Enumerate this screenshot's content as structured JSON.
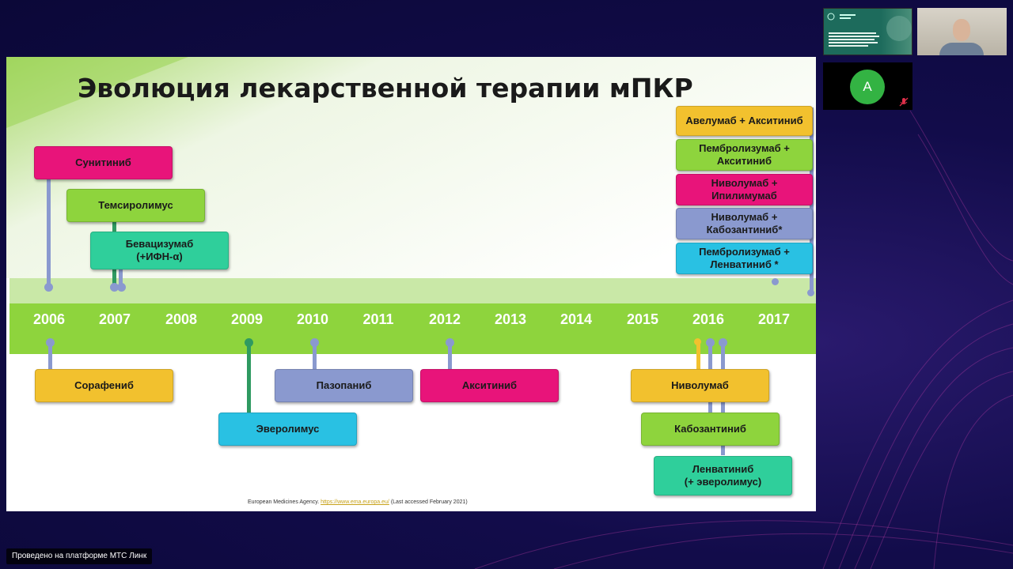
{
  "slide": {
    "title": "Эволюция лекарственной терапии мПКР",
    "years": [
      "2006",
      "2007",
      "2008",
      "2009",
      "2010",
      "2011",
      "2012",
      "2013",
      "2014",
      "2015",
      "2016",
      "2017"
    ],
    "upper_drugs": {
      "sunitinib": "Сунитиниб",
      "temsirolimus": "Темсиролимус",
      "bevacizumab": "Бевацизумаб\n(+ИФН-α)"
    },
    "lower_drugs": {
      "sorafenib": "Сорафениб",
      "everolimus": "Эверолимус",
      "pazopanib": "Пазопаниб",
      "axitinib": "Акситиниб",
      "nivolumab": "Ниволумаб",
      "cabozantinib": "Кабозантиниб",
      "lenvatinib": "Ленватиниб\n(+ эверолимус)"
    },
    "combos": {
      "avelumab_axitinib": "Авелумаб + Акситиниб",
      "pembrolizumab_axitinib": "Пембролизумаб +\nАкситиниб",
      "nivolumab_ipilimumab": "Ниволумаб +\nИпилимумаб",
      "nivolumab_cabozantinib": "Ниволумаб +\nКабозантиниб*",
      "pembrolizumab_lenvatinib": "Пембролизумаб +\nЛенватиниб *"
    },
    "reference": {
      "text": "European Medicines Agency. ",
      "link": "https://www.ema.europa.eu/",
      "accessed": " (Last accessed February 2021)"
    }
  },
  "participants": {
    "avatar_letter": "А"
  },
  "footer": {
    "platform": "Проведено на платформе МТС Линк"
  },
  "colors": {
    "magenta": "#e8147a",
    "green": "#8ed43d",
    "teal": "#2fcf9b",
    "yellow": "#f2c12e",
    "cyan": "#29c1e3",
    "lavender": "#8a99cf"
  }
}
